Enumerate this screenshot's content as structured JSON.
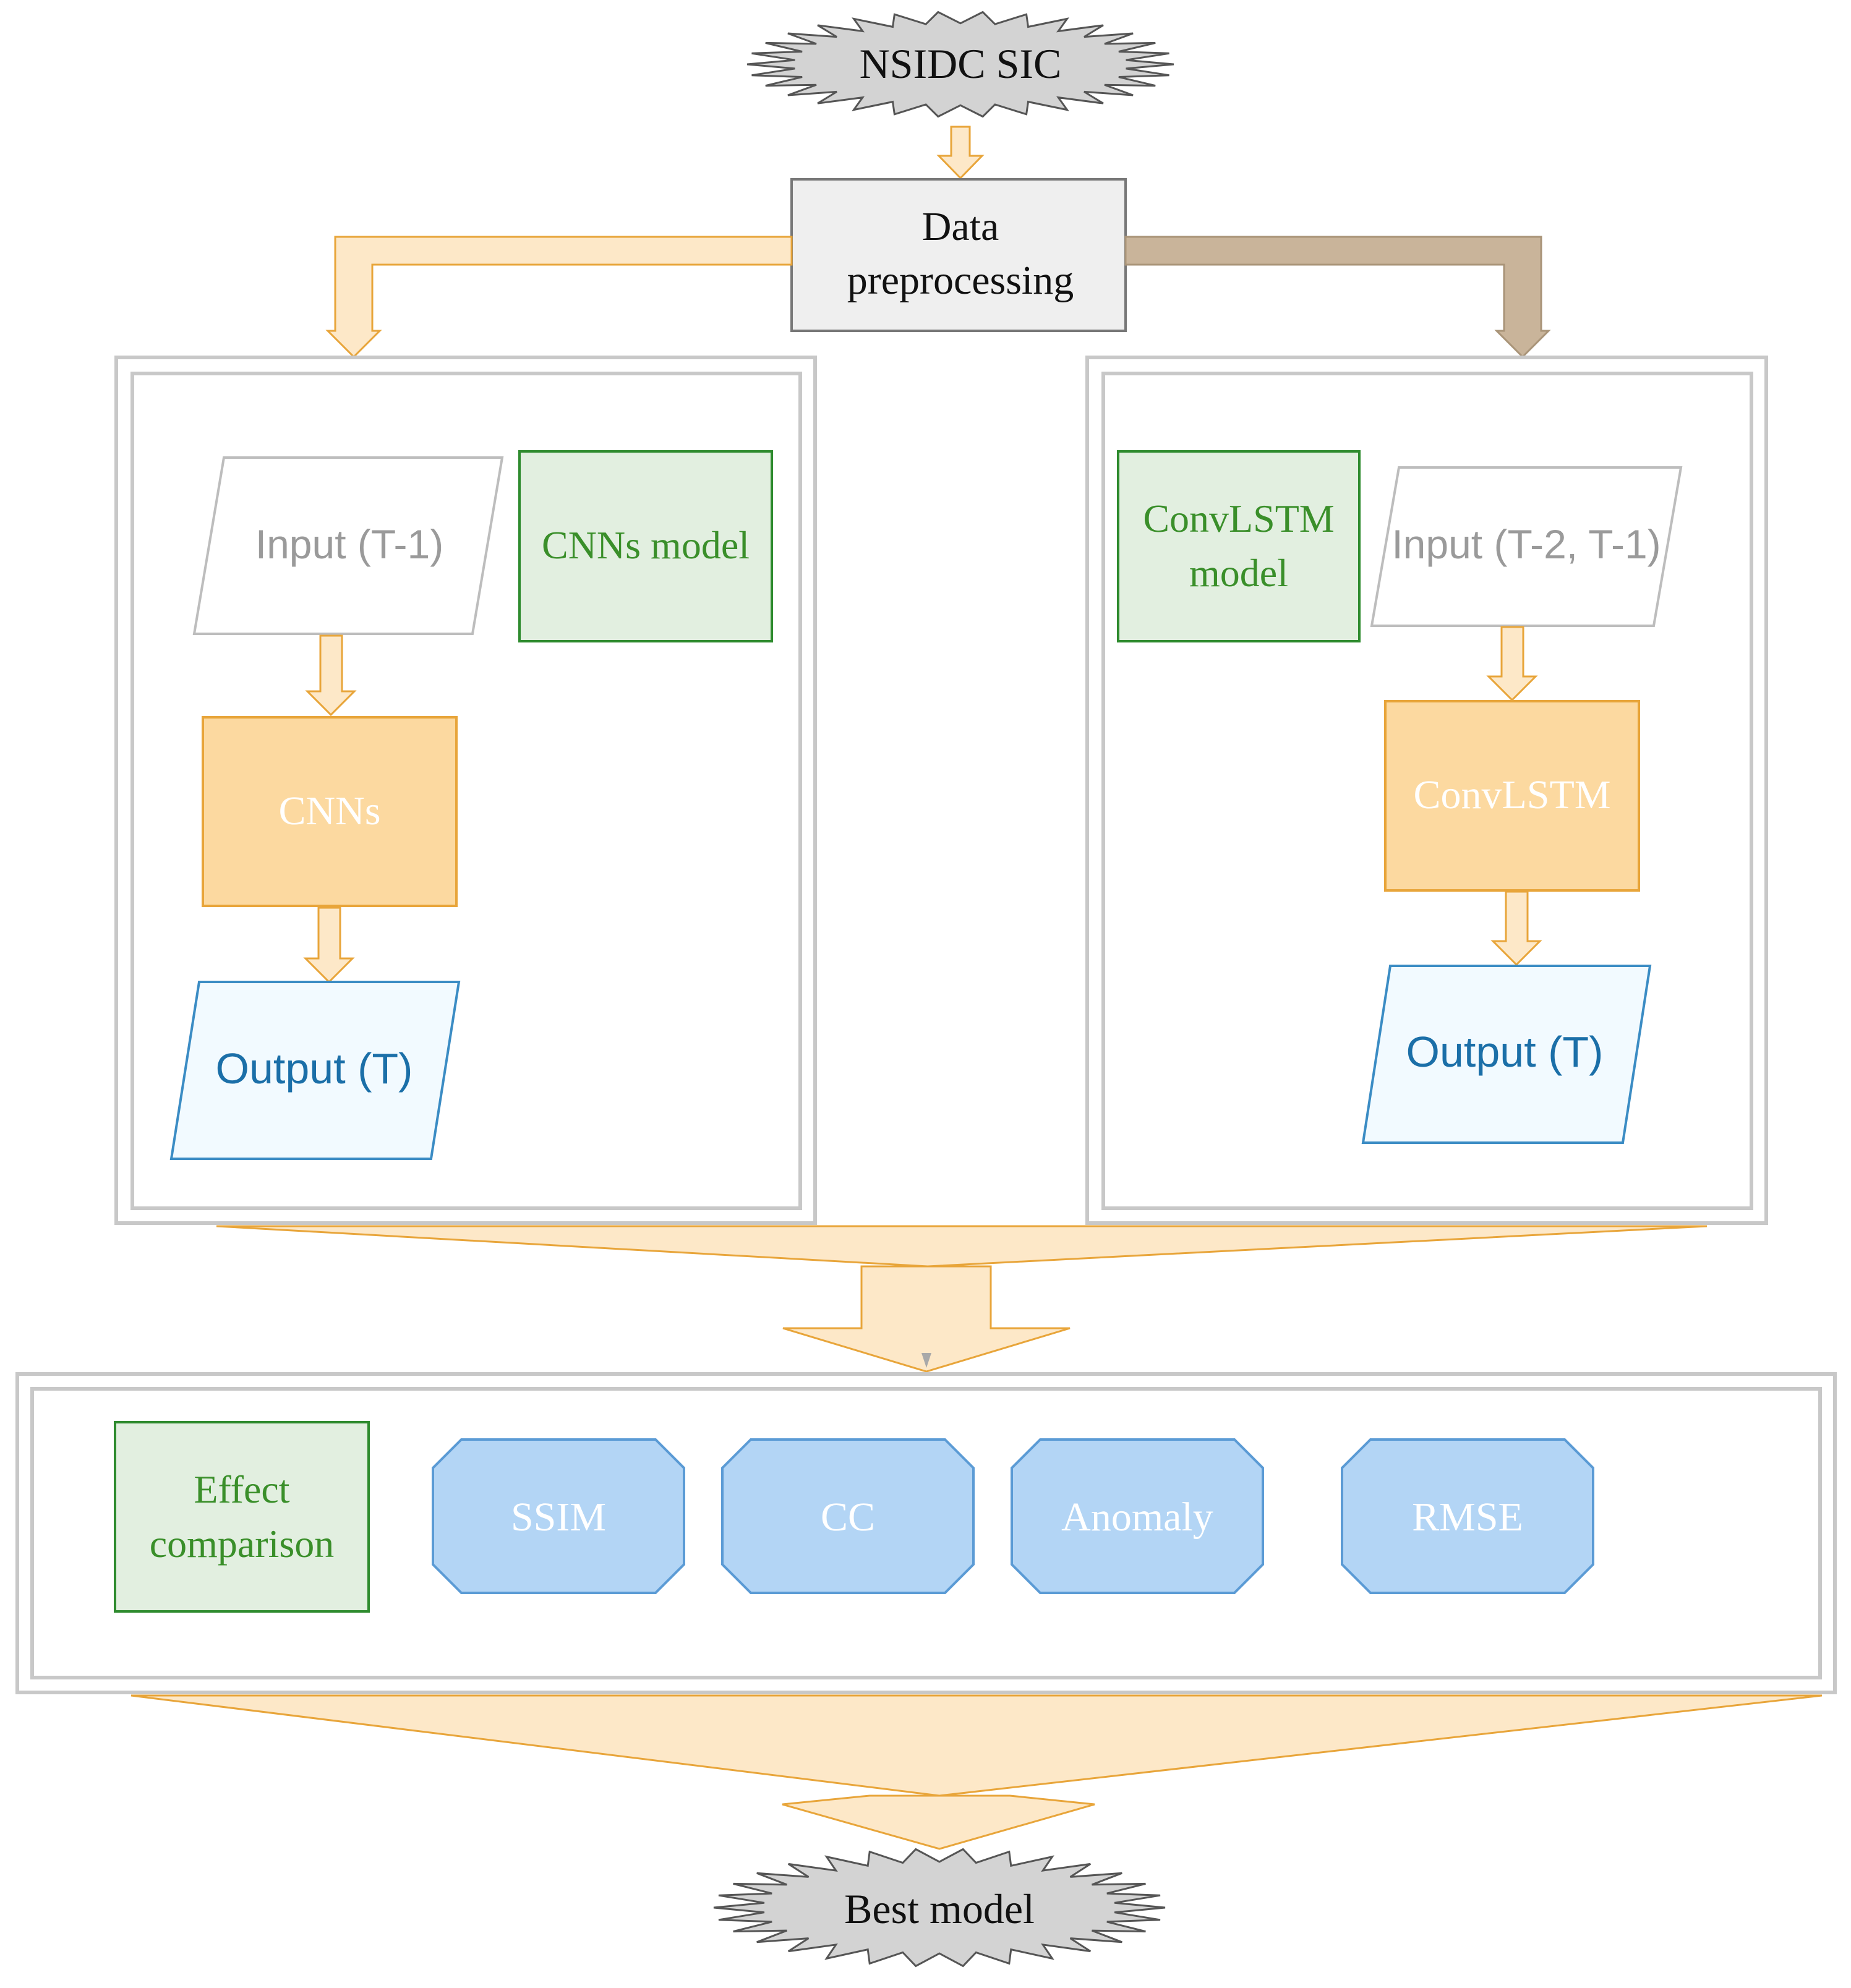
{
  "nodes": {
    "source": "NSIDC SIC",
    "preprocess_line1": "Data",
    "preprocess_line2": "preprocessing",
    "cnn_input": "Input (T-1)",
    "cnn_title": "CNNs model",
    "cnn_core": "CNNs",
    "cnn_output": "Output (T)",
    "convlstm_title_line1": "ConvLSTM",
    "convlstm_title_line2": "model",
    "convlstm_input": "Input (T-2, T-1)",
    "convlstm_core": "ConvLSTM",
    "convlstm_output": "Output (T)",
    "comparison_line1": "Effect",
    "comparison_line2": "comparison",
    "metric_ssim": "SSIM",
    "metric_cc": "CC",
    "metric_anomaly": "Anomaly",
    "metric_rmse": "RMSE",
    "result": "Best model"
  },
  "colors": {
    "arrow_fill": "#FDE8C8",
    "arrow_stroke": "#E8A53A",
    "brown_arrow": "#C9B49A",
    "green_fill": "#E2EFE0",
    "green_stroke": "#2E8B2E",
    "green_text": "#3A8F2A",
    "orange_fill": "#FCD9A0",
    "orange_stroke": "#E8A53A",
    "blue_fill": "#B3D5F5",
    "blue_stroke": "#5B9BD5",
    "output_fill": "#F2FAFF",
    "output_stroke": "#3B8CC4",
    "output_text": "#1B6FA8",
    "gray_text": "#9A9A9A",
    "star_fill": "#D3D3D3"
  }
}
